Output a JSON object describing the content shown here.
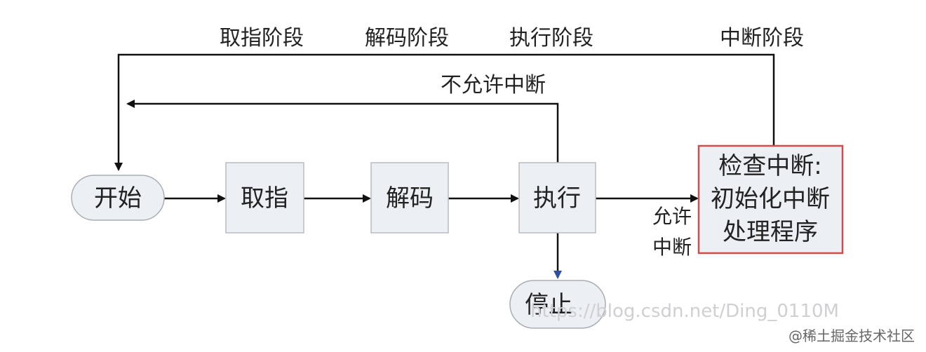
{
  "phases": {
    "fetch": "取指阶段",
    "decode": "解码阶段",
    "execute": "执行阶段",
    "interrupt": "中断阶段"
  },
  "nodes": {
    "start": "开始",
    "fetch": "取指",
    "decode": "解码",
    "execute": "执行",
    "stop": "停止",
    "check_line1": "检查中断:",
    "check_line2": "初始化中断",
    "check_line3": "处理程序"
  },
  "edges": {
    "no_interrupt": "不允许中断",
    "allow_line1": "允许",
    "allow_line2": "中断"
  },
  "watermarks": {
    "blog": "https://blog.csdn.net/Ding_0110M",
    "site": "@稀土掘金技术社区"
  },
  "colors": {
    "box_fill": "#eceff4",
    "box_stroke": "#b8bcc4",
    "highlight_stroke": "#c9504e",
    "line": "#111111",
    "stop_arrow": "#2d4f9e"
  }
}
